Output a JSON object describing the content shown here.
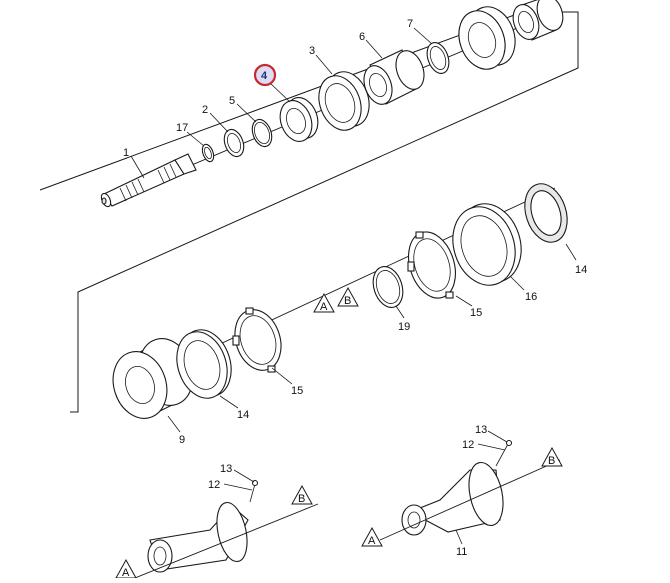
{
  "diagram": {
    "type": "exploded-parts-view",
    "highlighted_callout": "4",
    "highlight_color": "#c8282e",
    "callouts": [
      {
        "id": "c1",
        "label": "1"
      },
      {
        "id": "c17",
        "label": "17"
      },
      {
        "id": "c2",
        "label": "2"
      },
      {
        "id": "c5",
        "label": "5"
      },
      {
        "id": "c4",
        "label": "4"
      },
      {
        "id": "c3",
        "label": "3"
      },
      {
        "id": "c6",
        "label": "6"
      },
      {
        "id": "c7",
        "label": "7"
      },
      {
        "id": "c14a",
        "label": "14"
      },
      {
        "id": "c16",
        "label": "16"
      },
      {
        "id": "c15a",
        "label": "15"
      },
      {
        "id": "c19",
        "label": "19"
      },
      {
        "id": "c15b",
        "label": "15"
      },
      {
        "id": "c14b",
        "label": "14"
      },
      {
        "id": "c9",
        "label": "9"
      },
      {
        "id": "c13a",
        "label": "13"
      },
      {
        "id": "c12a",
        "label": "12"
      },
      {
        "id": "c13b",
        "label": "13"
      },
      {
        "id": "c12b",
        "label": "12"
      },
      {
        "id": "c11",
        "label": "11"
      }
    ],
    "reference_markers": [
      {
        "id": "refA1",
        "label": "A"
      },
      {
        "id": "refB1",
        "label": "B"
      },
      {
        "id": "refB2",
        "label": "B"
      },
      {
        "id": "refB3",
        "label": "B"
      },
      {
        "id": "refA2",
        "label": "A"
      },
      {
        "id": "refA3",
        "label": "A"
      }
    ]
  }
}
